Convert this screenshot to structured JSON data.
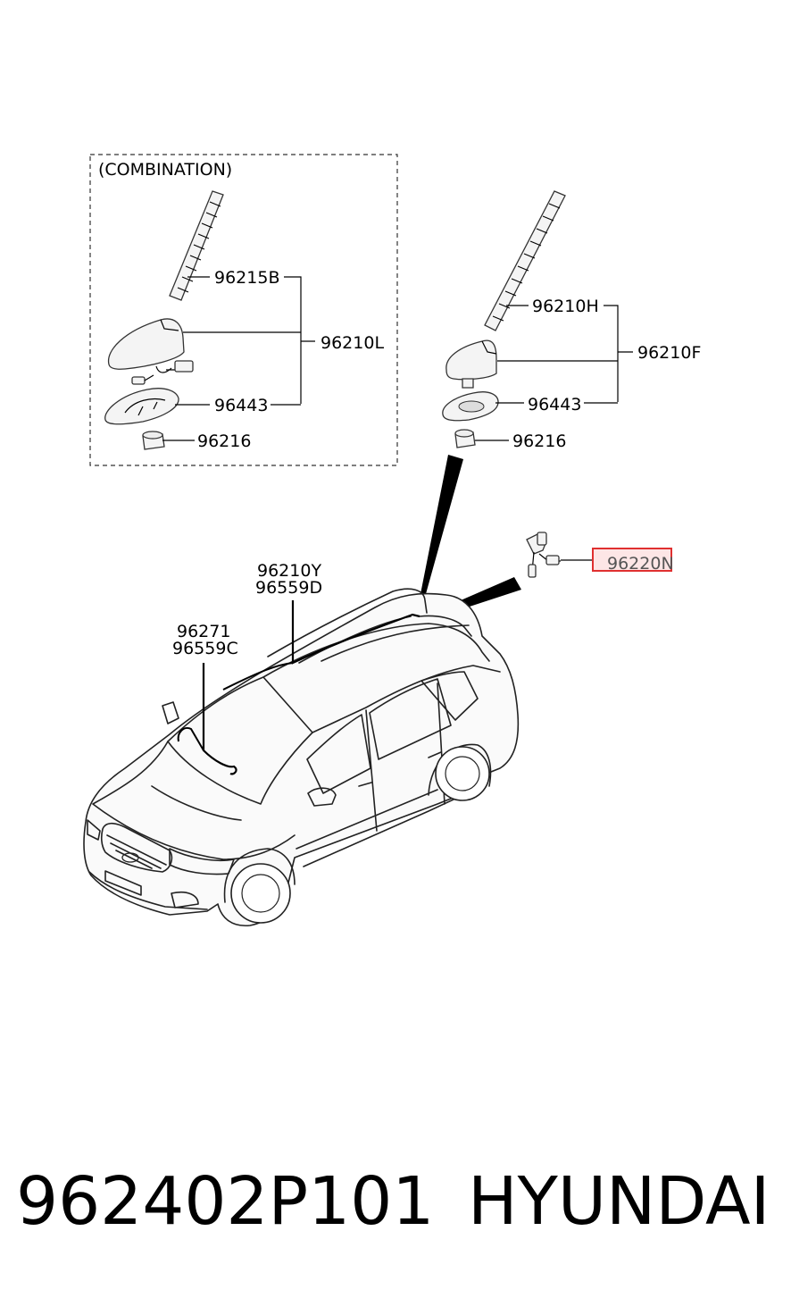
{
  "diagram": {
    "group_title": "(COMBINATION)",
    "labels": {
      "combo_rod": "96215B",
      "combo_assy": "96210L",
      "combo_pad": "96443",
      "combo_nut": "96216",
      "std_rod": "96210H",
      "std_assy": "96210F",
      "std_pad": "96443",
      "std_nut": "96216",
      "cable_connector": "96220N",
      "feeder_a1": "96210Y",
      "feeder_a2": "96559D",
      "feeder_b1": "96271",
      "feeder_b2": "96559C"
    },
    "highlight_color": "#e03030"
  },
  "footer": {
    "part_number": "962402P101",
    "brand": "HYUNDAI"
  }
}
